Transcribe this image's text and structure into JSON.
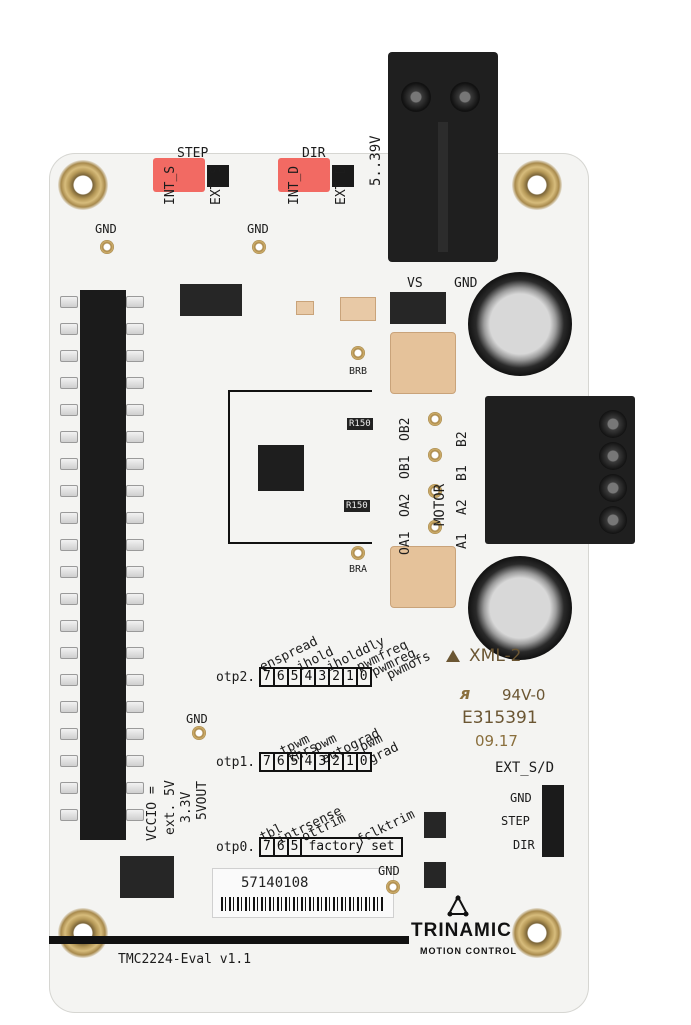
{
  "silkscreen": {
    "step_jumper": "STEP",
    "dir_jumper": "DIR",
    "int_s": "INT_S",
    "ext_s": "EXT_S",
    "int_d": "INT_D",
    "ext_d": "EXT_D",
    "voltage_range": "5..39V",
    "gnd_top_left": "GND",
    "gnd_top_mid": "GND",
    "vs": "VS",
    "gnd_power": "GND",
    "brb": "BRB",
    "bra": "BRA",
    "chip_r_top": "R150",
    "chip_r_bottom": "R150",
    "ob2": "OB2",
    "ob1": "OB1",
    "oa2": "OA2",
    "oa1": "OA1",
    "motor": "MOTOR",
    "b2": "B2",
    "b1": "B1",
    "a2": "A2",
    "a1": "A1",
    "otp2_label": "otp2.",
    "otp2_fields": [
      "enspread",
      "ihold",
      "iholddly",
      "pwmfreq",
      "pwmreg",
      "pwmofs"
    ],
    "otp2_bits": [
      "7",
      "6",
      "5",
      "4",
      "3",
      "2",
      "1",
      "0"
    ],
    "otp1_label": "otp1.",
    "otp1_fields": [
      "tpwm",
      "thrs",
      "pwm",
      "autograd",
      "pwm",
      "grad"
    ],
    "otp1_bits": [
      "7",
      "6",
      "5",
      "4",
      "3",
      "2",
      "1",
      "0"
    ],
    "otp0_label": "otp0.",
    "otp0_fields": [
      "tbl",
      "intrsense",
      "ottrim",
      "fclktrim"
    ],
    "otp0_bits": [
      "7",
      "6",
      "5",
      "factory set"
    ],
    "gnd_mid": "GND",
    "vccio_1": "VCCIO =",
    "vccio_2": "ext. 5V",
    "vccio_3": "3.3V",
    "vccio_4": "5VOUT",
    "xml": "XML-2",
    "rating": "94V-0",
    "file_no": "E315391",
    "date_code": "09.17",
    "ext_sd": "EXT_S/D",
    "pin_gnd": "GND",
    "pin_step": "STEP",
    "pin_dir": "DIR",
    "gnd_bottom": "GND",
    "serial": "57140108",
    "brand": "TRINAMIC",
    "brand_sub": "MOTION CONTROL",
    "board_name": "TMC2224-Eval v1.1"
  },
  "colors": {
    "board": "#f4f4f2",
    "silkscreen": "#1c1c1c",
    "gold": "#c9a866",
    "terminal": "#1e1e1e",
    "jumper": "#f26a63",
    "resistor": "#e8c9a6"
  }
}
